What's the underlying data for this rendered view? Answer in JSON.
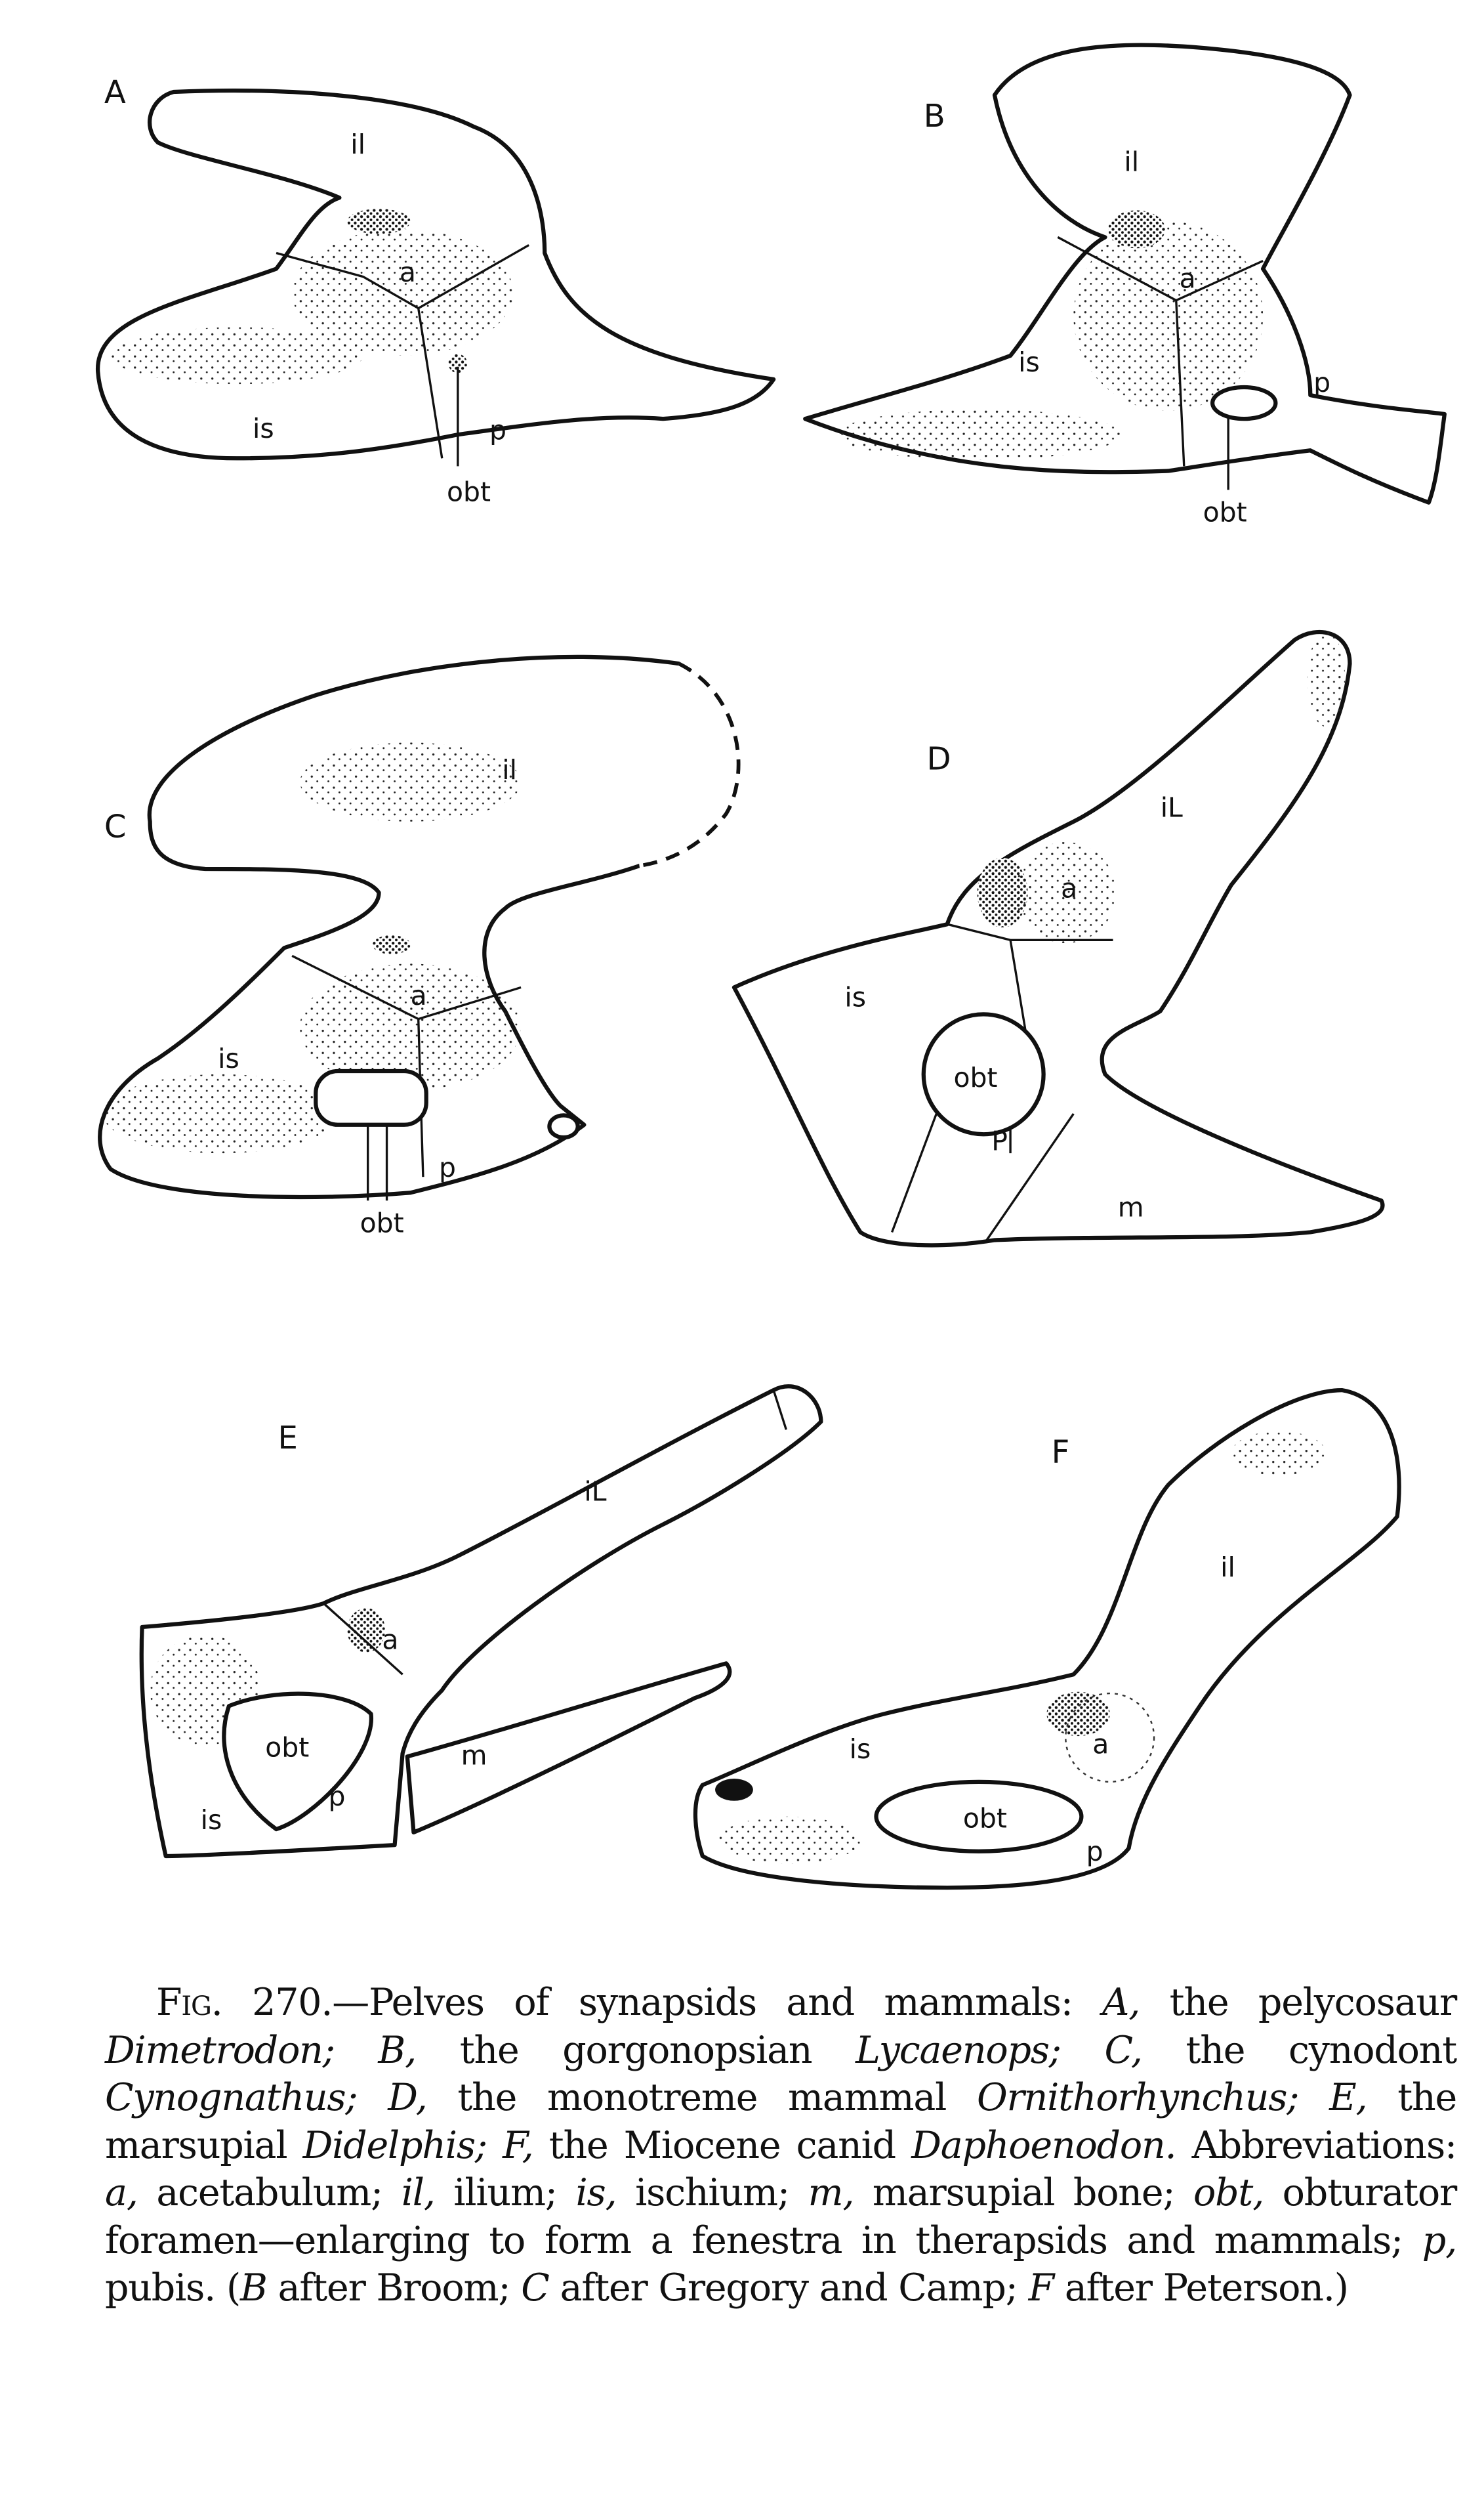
{
  "panels": [
    {
      "letter": "A",
      "labels": {
        "il": "il",
        "a": "a",
        "is": "is",
        "p": "p",
        "obt": "obt"
      }
    },
    {
      "letter": "B",
      "labels": {
        "il": "il",
        "a": "a",
        "is": "is",
        "p": "p",
        "obt": "obt"
      }
    },
    {
      "letter": "C",
      "labels": {
        "il": "il",
        "a": "a",
        "is": "is",
        "p": "p",
        "obt": "obt"
      }
    },
    {
      "letter": "D",
      "labels": {
        "il": "iL",
        "a": "a",
        "is": "is",
        "p": "P",
        "obt": "obt",
        "m": "m"
      }
    },
    {
      "letter": "E",
      "labels": {
        "il": "iL",
        "a": "a",
        "is": "is",
        "p": "p",
        "obt": "obt",
        "m": "m"
      }
    },
    {
      "letter": "F",
      "labels": {
        "il": "il",
        "a": "a",
        "is": "is",
        "p": "p",
        "obt": "obt"
      }
    }
  ],
  "caption": {
    "segments": [
      {
        "text": "Fig. 270.",
        "style": "sc"
      },
      {
        "text": "—Pelves of synapsids and mammals: ",
        "style": ""
      },
      {
        "text": "A,",
        "style": "it"
      },
      {
        "text": " the pelycosaur ",
        "style": ""
      },
      {
        "text": "Dimetrodon; B,",
        "style": "it"
      },
      {
        "text": " the gorgonopsian ",
        "style": ""
      },
      {
        "text": "Lycaenops; C,",
        "style": "it"
      },
      {
        "text": " the cynodont ",
        "style": ""
      },
      {
        "text": "Cynognathus; D,",
        "style": "it"
      },
      {
        "text": " the monotreme mammal ",
        "style": ""
      },
      {
        "text": "Ornithorhynchus; E,",
        "style": "it"
      },
      {
        "text": " the marsupial ",
        "style": ""
      },
      {
        "text": "Didelphis; F,",
        "style": "it"
      },
      {
        "text": " the Miocene canid ",
        "style": ""
      },
      {
        "text": "Daphoenodon.",
        "style": "it"
      },
      {
        "text": " Abbreviations: ",
        "style": ""
      },
      {
        "text": "a,",
        "style": "it"
      },
      {
        "text": " acetabulum; ",
        "style": ""
      },
      {
        "text": "il,",
        "style": "it"
      },
      {
        "text": " ilium; ",
        "style": ""
      },
      {
        "text": "is,",
        "style": "it"
      },
      {
        "text": " ischium; ",
        "style": ""
      },
      {
        "text": "m,",
        "style": "it"
      },
      {
        "text": " marsupial bone; ",
        "style": ""
      },
      {
        "text": "obt,",
        "style": "it"
      },
      {
        "text": " obturator foramen—enlarging to form a fenestra in therapsids and mammals; ",
        "style": ""
      },
      {
        "text": "p,",
        "style": "it"
      },
      {
        "text": " pubis. (",
        "style": ""
      },
      {
        "text": "B",
        "style": "it"
      },
      {
        "text": " after Broom; ",
        "style": ""
      },
      {
        "text": "C",
        "style": "it"
      },
      {
        "text": " after Gregory and Camp; ",
        "style": ""
      },
      {
        "text": "F",
        "style": "it"
      },
      {
        "text": " after Peterson.)",
        "style": ""
      }
    ]
  }
}
